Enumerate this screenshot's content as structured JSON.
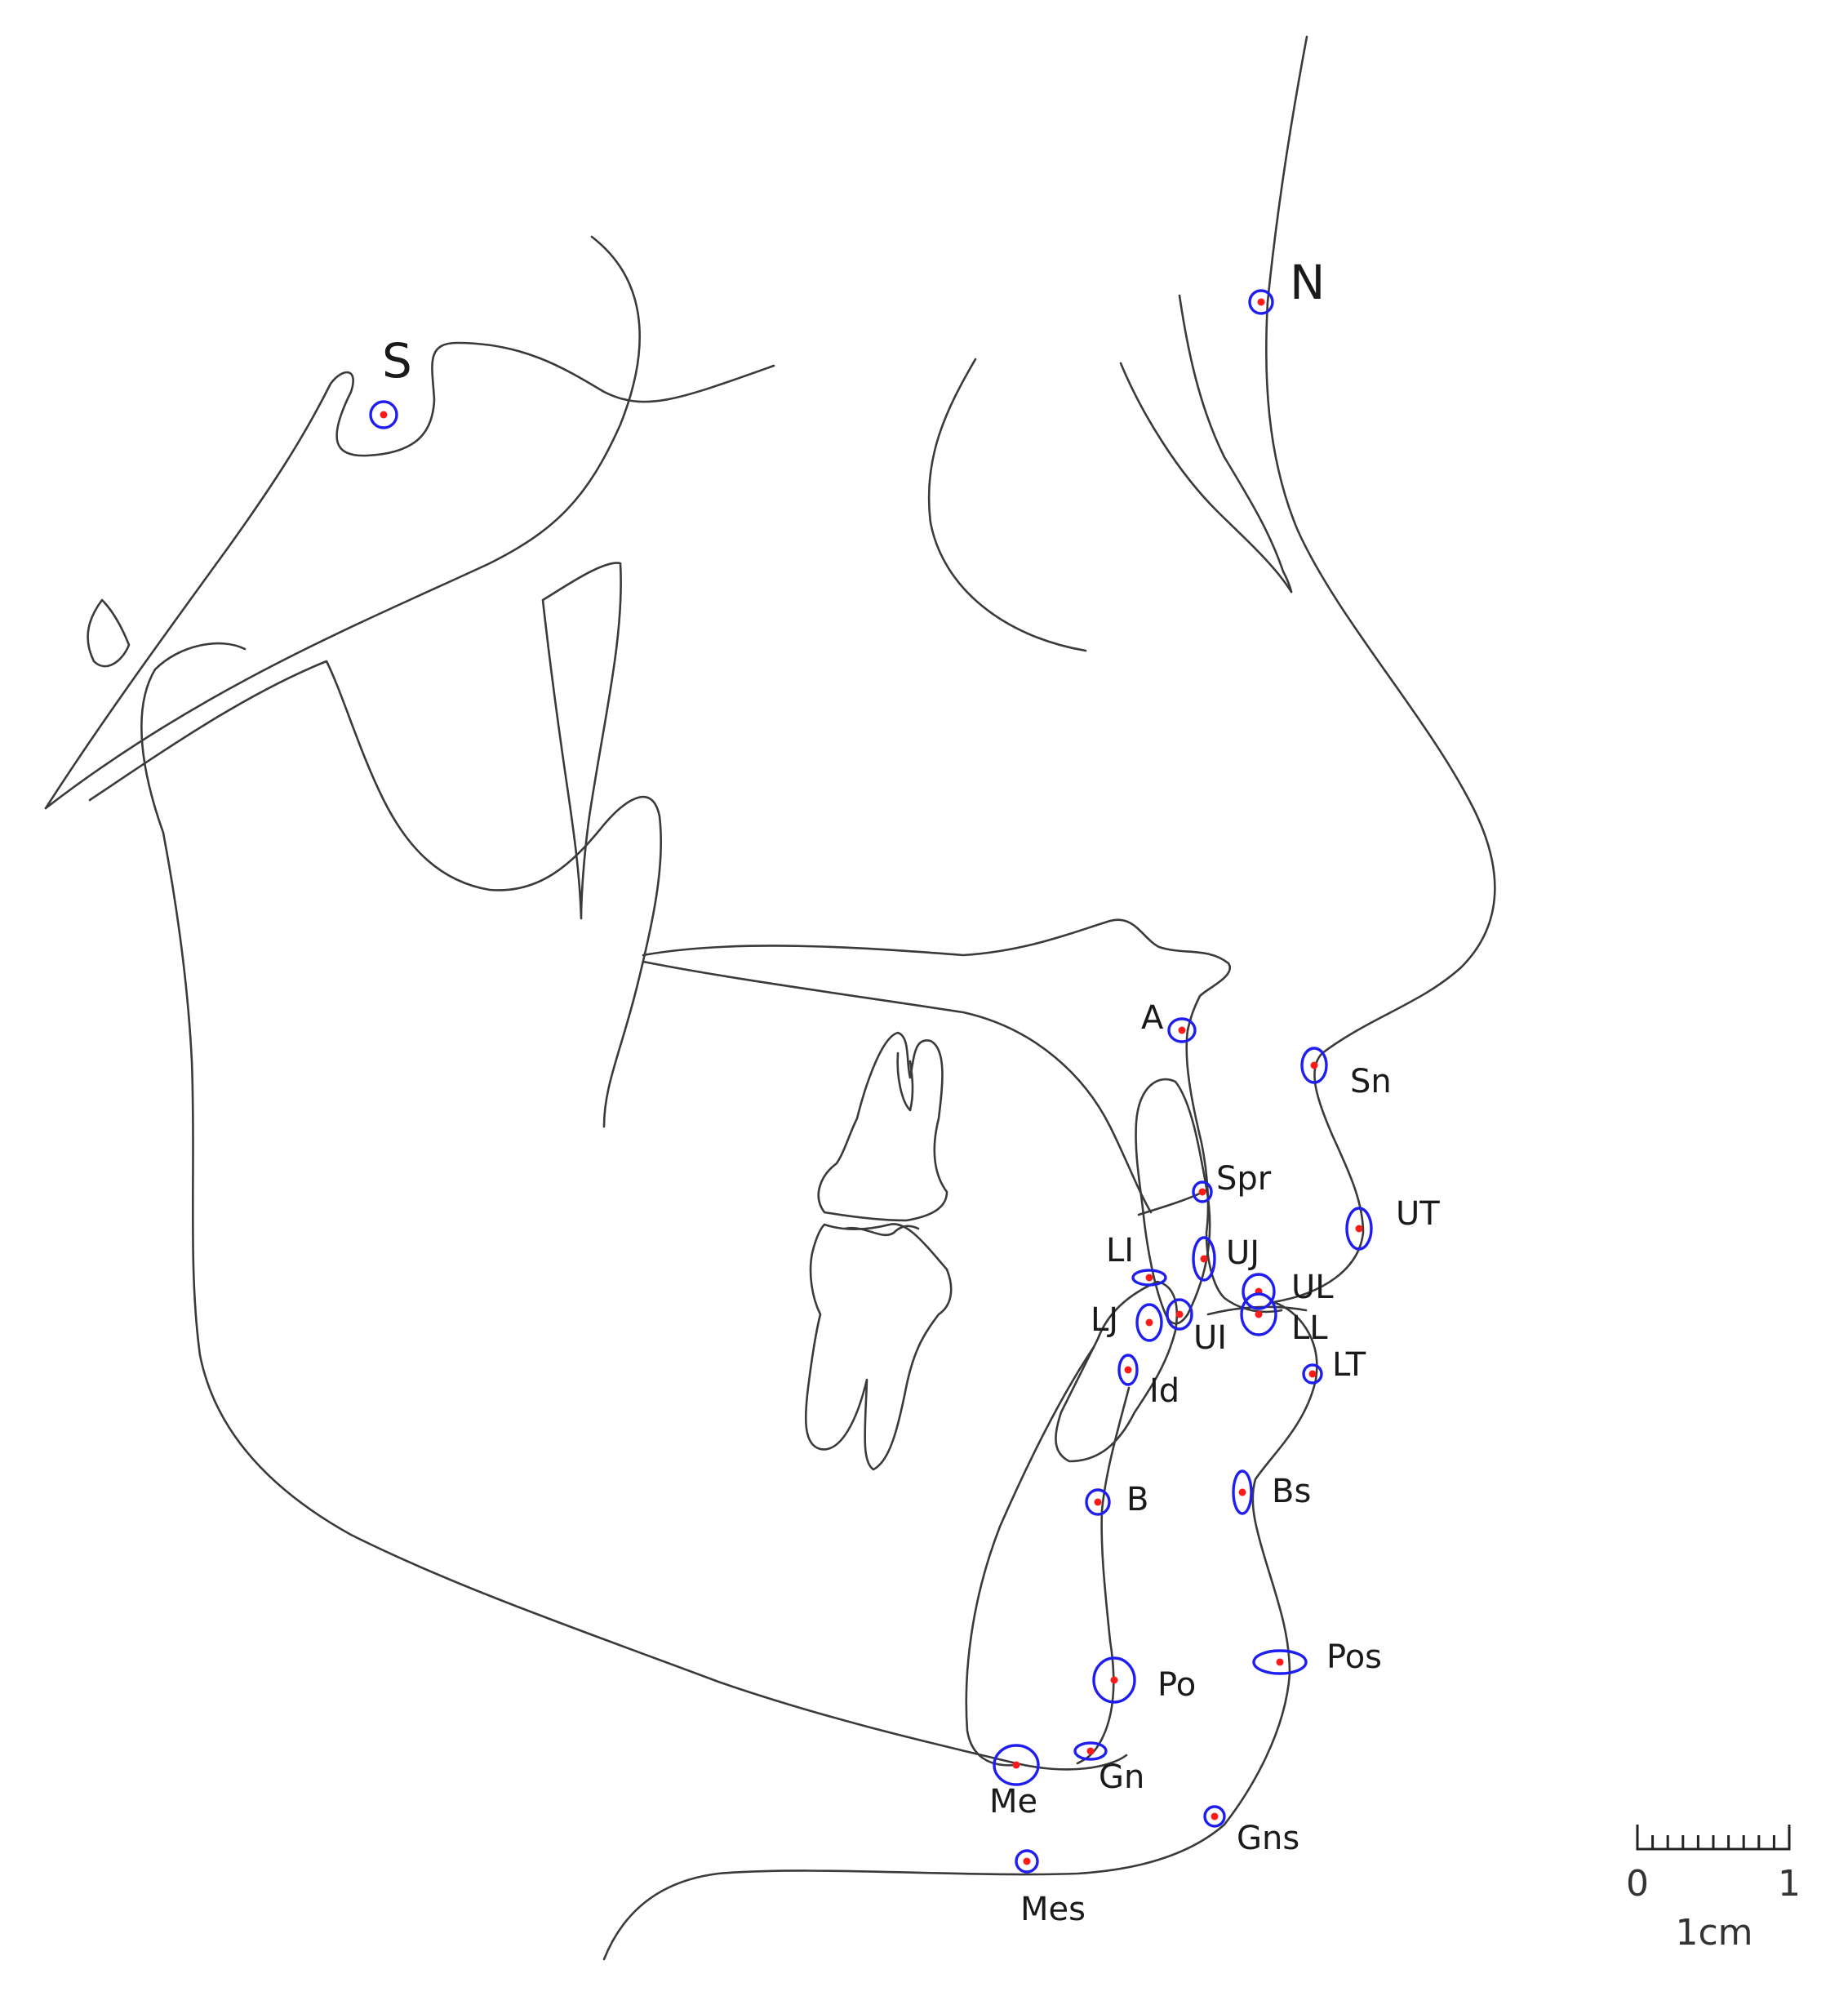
{
  "landmarks": [
    {
      "id": "S",
      "label": "S"
    },
    {
      "id": "N",
      "label": "N"
    },
    {
      "id": "A",
      "label": "A"
    },
    {
      "id": "Sn",
      "label": "Sn"
    },
    {
      "id": "Spr",
      "label": "Spr"
    },
    {
      "id": "UT",
      "label": "UT"
    },
    {
      "id": "LI",
      "label": "LI"
    },
    {
      "id": "UJ",
      "label": "UJ"
    },
    {
      "id": "UL",
      "label": "UL"
    },
    {
      "id": "LJ",
      "label": "LJ"
    },
    {
      "id": "UI",
      "label": "UI"
    },
    {
      "id": "LL",
      "label": "LL"
    },
    {
      "id": "Id",
      "label": "Id"
    },
    {
      "id": "LT",
      "label": "LT"
    },
    {
      "id": "B",
      "label": "B"
    },
    {
      "id": "Bs",
      "label": "Bs"
    },
    {
      "id": "Po",
      "label": "Po"
    },
    {
      "id": "Pos",
      "label": "Pos"
    },
    {
      "id": "Me",
      "label": "Me"
    },
    {
      "id": "Gn",
      "label": "Gn"
    },
    {
      "id": "Gns",
      "label": "Gns"
    },
    {
      "id": "Mes",
      "label": "Mes"
    }
  ],
  "scale_bar": {
    "start_label": "0",
    "end_label": "1",
    "unit_label": "1cm"
  },
  "colors": {
    "ring": "#1e1ef0",
    "dot": "#ff1a1a",
    "trace": "#3a3a3a"
  }
}
